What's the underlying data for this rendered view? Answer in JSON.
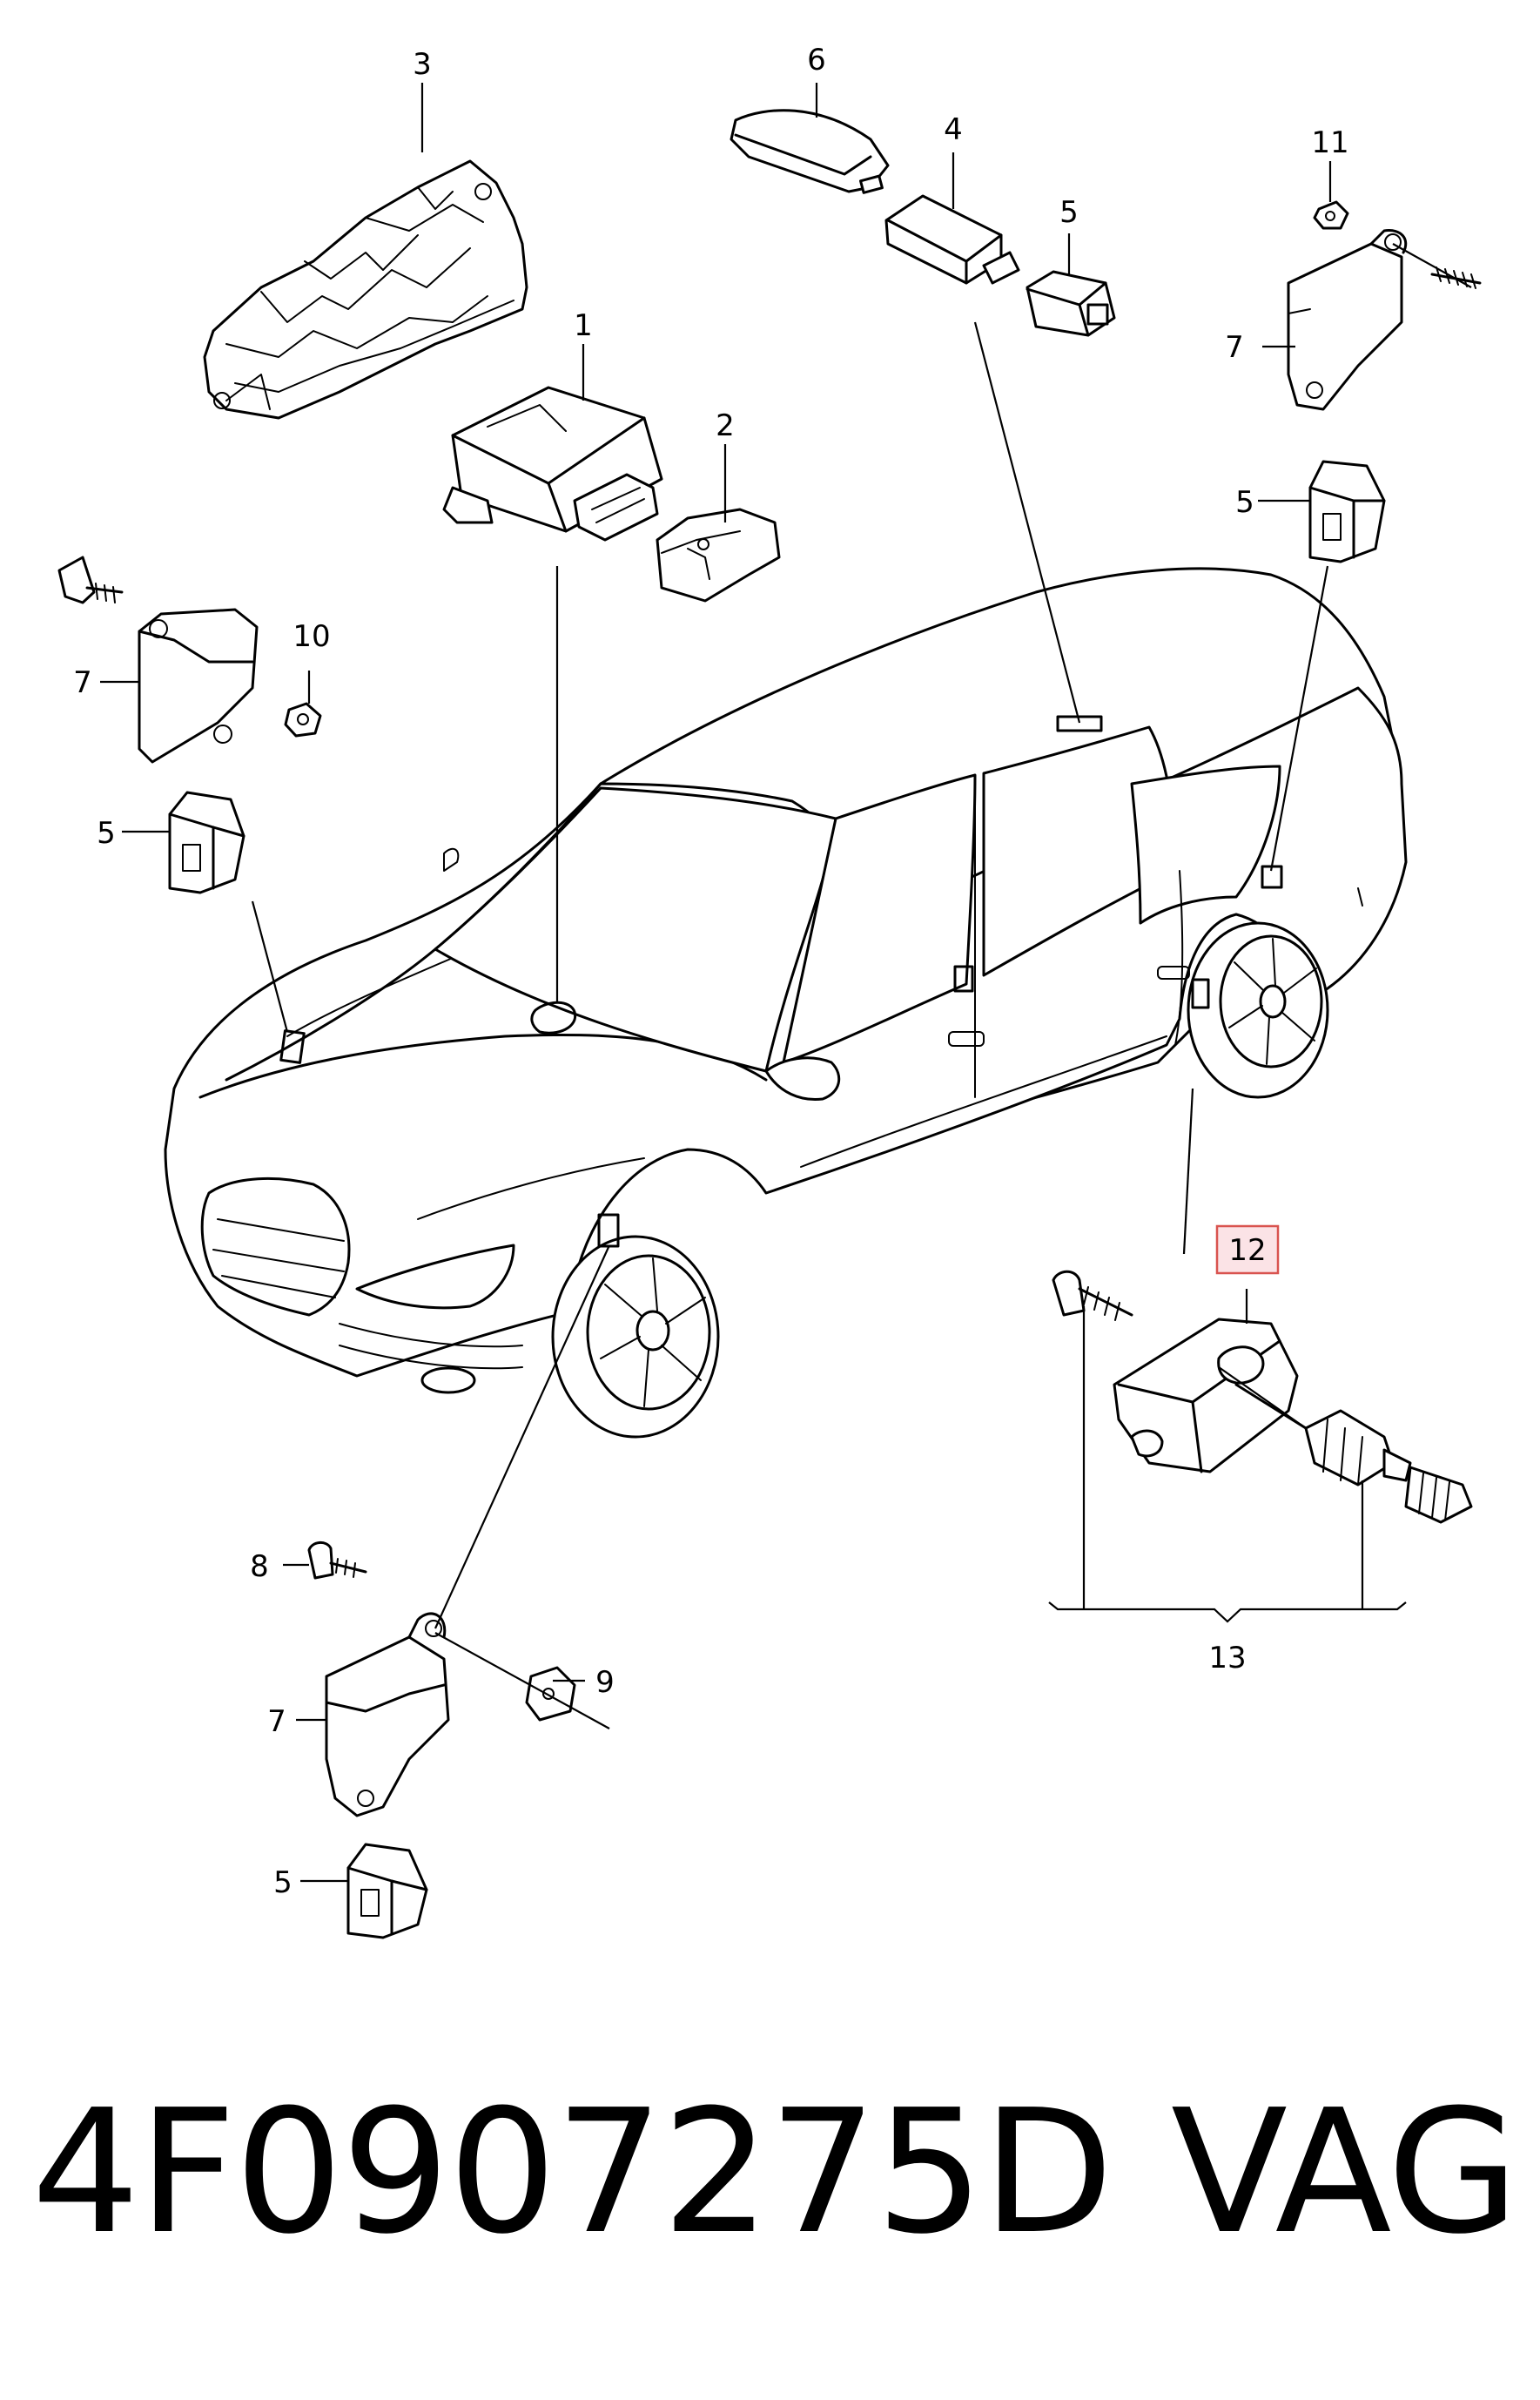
{
  "callouts": {
    "c1": "1",
    "c2": "2",
    "c3": "3",
    "c4": "4",
    "c5_top": "5",
    "c5_left": "5",
    "c5_right": "5",
    "c5_bottom": "5",
    "c6": "6",
    "c7_left": "7",
    "c7_right": "7",
    "c7_bottom": "7",
    "c8": "8",
    "c9": "9",
    "c10": "10",
    "c11": "11",
    "c12": "12",
    "c13": "13"
  },
  "highlighted_callout": "12",
  "caption": {
    "part_number": "4F0907275D",
    "brand": "VAG"
  },
  "colors": {
    "line": "#000000",
    "highlight_fill": "#fbe3e6",
    "highlight_stroke": "#d9534f"
  }
}
